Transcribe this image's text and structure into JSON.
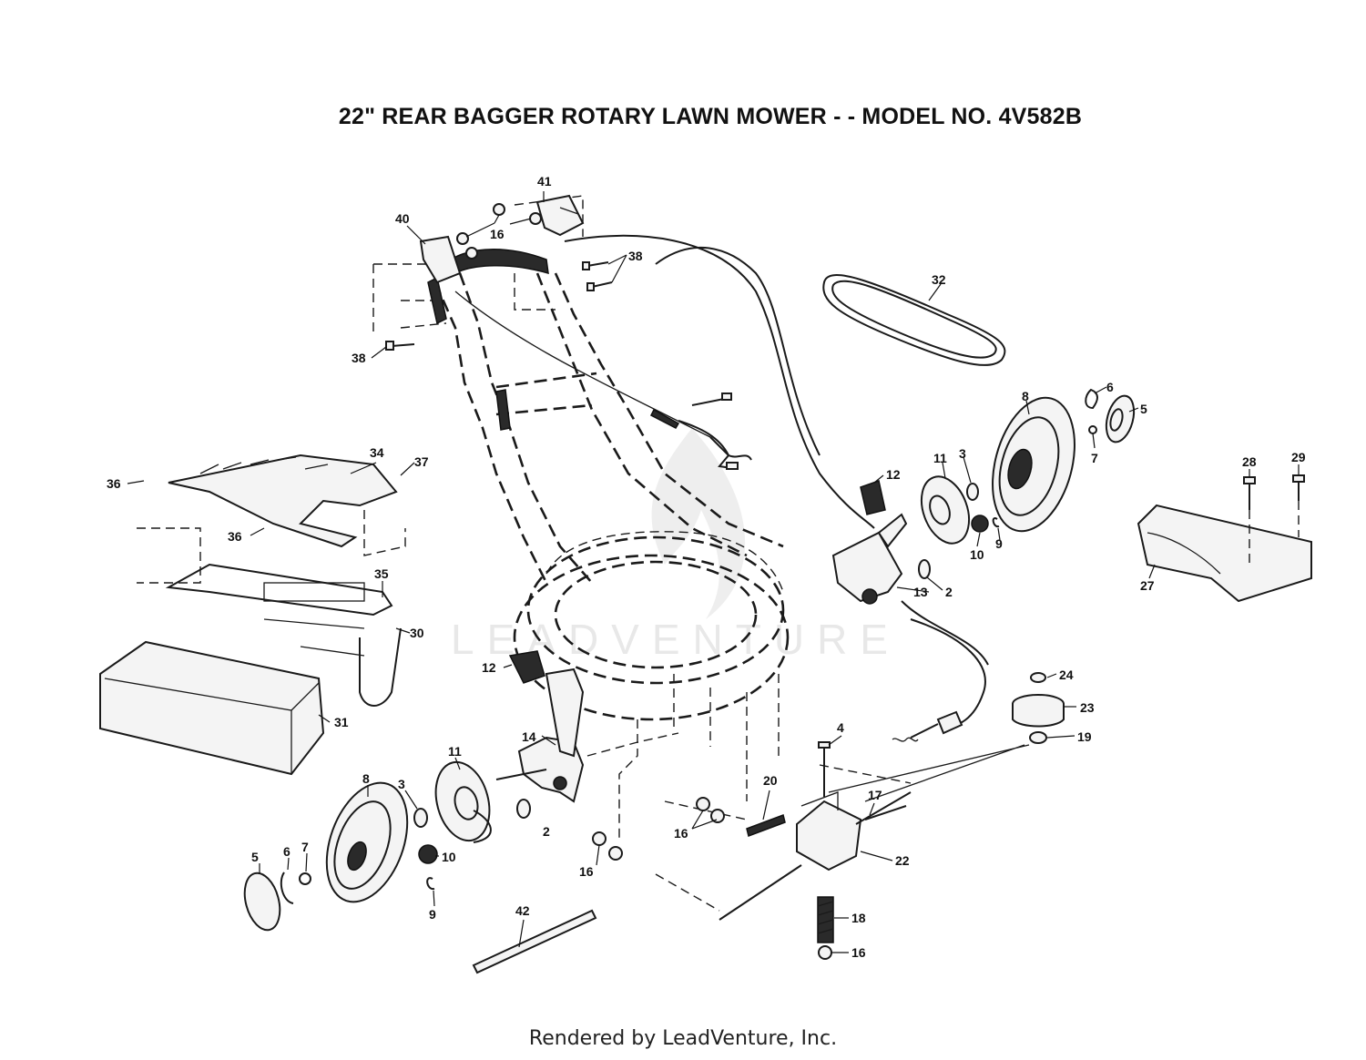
{
  "title": "22\" REAR BAGGER ROTARY LAWN MOWER - - MODEL NO. 4V582B",
  "footer": "Rendered by LeadVenture, Inc.",
  "watermark": "LEADVENTURE",
  "callouts": [
    {
      "id": "c41",
      "text": "41"
    },
    {
      "id": "c40",
      "text": "40"
    },
    {
      "id": "c16a",
      "text": "16"
    },
    {
      "id": "c38a",
      "text": "38"
    },
    {
      "id": "c38b",
      "text": "38"
    },
    {
      "id": "c32",
      "text": "32"
    },
    {
      "id": "c6a",
      "text": "6"
    },
    {
      "id": "c5a",
      "text": "5"
    },
    {
      "id": "c8a",
      "text": "8"
    },
    {
      "id": "c7a",
      "text": "7"
    },
    {
      "id": "c11a",
      "text": "11"
    },
    {
      "id": "c3a",
      "text": "3"
    },
    {
      "id": "c12a",
      "text": "12"
    },
    {
      "id": "c10a",
      "text": "10"
    },
    {
      "id": "c9a",
      "text": "9"
    },
    {
      "id": "c2a",
      "text": "2"
    },
    {
      "id": "c13",
      "text": "13"
    },
    {
      "id": "c2b",
      "text": "2"
    },
    {
      "id": "c34",
      "text": "34"
    },
    {
      "id": "c37",
      "text": "37"
    },
    {
      "id": "c36a",
      "text": "36"
    },
    {
      "id": "c36b",
      "text": "36"
    },
    {
      "id": "c35",
      "text": "35"
    },
    {
      "id": "c30",
      "text": "30"
    },
    {
      "id": "c31",
      "text": "31"
    },
    {
      "id": "c28",
      "text": "28"
    },
    {
      "id": "c29",
      "text": "29"
    },
    {
      "id": "c27",
      "text": "27"
    },
    {
      "id": "c24",
      "text": "24"
    },
    {
      "id": "c23",
      "text": "23"
    },
    {
      "id": "c19",
      "text": "19"
    },
    {
      "id": "c12b",
      "text": "12"
    },
    {
      "id": "c14",
      "text": "14"
    },
    {
      "id": "c11b",
      "text": "11"
    },
    {
      "id": "c8b",
      "text": "8"
    },
    {
      "id": "c3b",
      "text": "3"
    },
    {
      "id": "c10b",
      "text": "10"
    },
    {
      "id": "c9b",
      "text": "9"
    },
    {
      "id": "c5b",
      "text": "5"
    },
    {
      "id": "c6b",
      "text": "6"
    },
    {
      "id": "c7b",
      "text": "7"
    },
    {
      "id": "c16b",
      "text": "16"
    },
    {
      "id": "c16c",
      "text": "16"
    },
    {
      "id": "c20",
      "text": "20"
    },
    {
      "id": "c4",
      "text": "4"
    },
    {
      "id": "c17",
      "text": "17"
    },
    {
      "id": "c22",
      "text": "22"
    },
    {
      "id": "c18",
      "text": "18"
    },
    {
      "id": "c16d",
      "text": "16"
    },
    {
      "id": "c42",
      "text": "42"
    }
  ]
}
